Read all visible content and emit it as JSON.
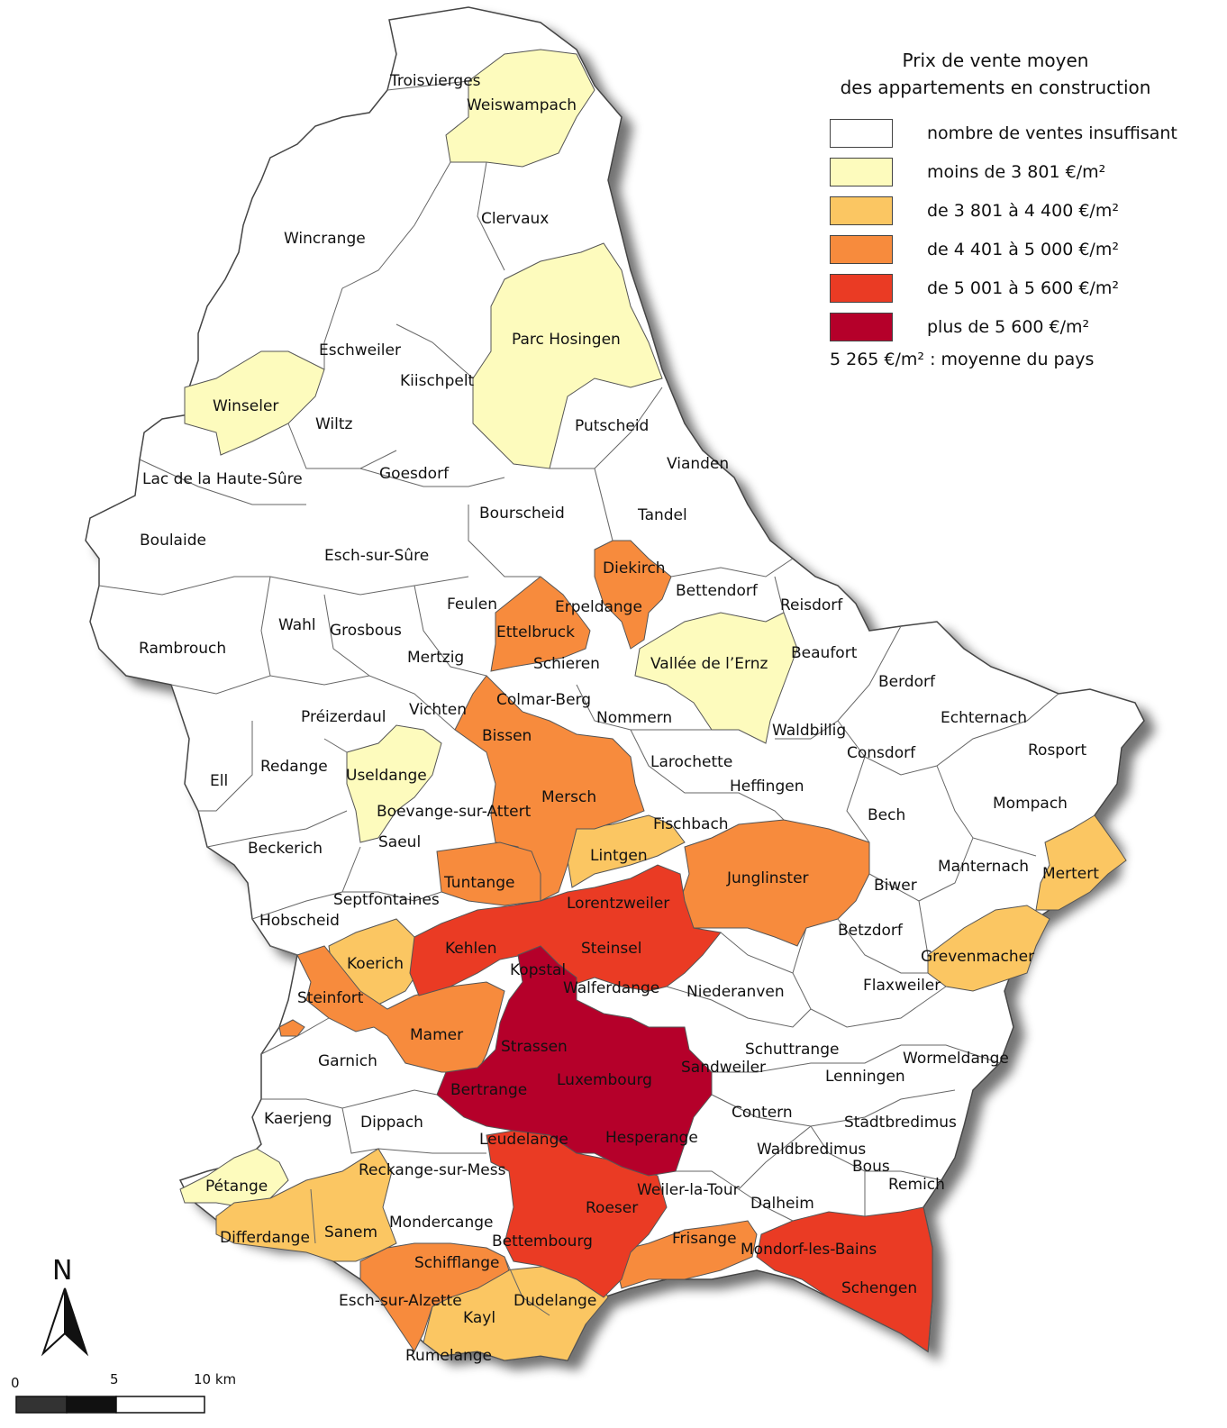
{
  "legend": {
    "title_line1": "Prix de vente moyen",
    "title_line2": "des appartements en construction",
    "items": [
      {
        "label": "nombre de ventes insuffisant",
        "color": "#ffffff"
      },
      {
        "label": "moins de 3 801 €/m²",
        "color": "#fdfbbd"
      },
      {
        "label": "de 3 801 à 4 400 €/m²",
        "color": "#fbc662"
      },
      {
        "label": "de 4 401 à 5 000 €/m²",
        "color": "#f78b3d"
      },
      {
        "label": "de 5 001 à 5 600 €/m²",
        "color": "#ea3b24"
      },
      {
        "label": "plus de 5 600 €/m²",
        "color": "#b5002a"
      }
    ],
    "average": "5 265 €/m² : moyenne du pays"
  },
  "north_label": "N",
  "scale": {
    "labels": [
      "0",
      "5",
      "10 km"
    ]
  },
  "communes": [
    {
      "name": "Troisvierges"
    },
    {
      "name": "Weiswampach"
    },
    {
      "name": "Clervaux"
    },
    {
      "name": "Wincrange"
    },
    {
      "name": "Parc Hosingen"
    },
    {
      "name": "Eschweiler"
    },
    {
      "name": "Kiischpelt"
    },
    {
      "name": "Winseler"
    },
    {
      "name": "Wiltz"
    },
    {
      "name": "Putscheid"
    },
    {
      "name": "Vianden"
    },
    {
      "name": "Lac de la Haute-Sûre"
    },
    {
      "name": "Goesdorf"
    },
    {
      "name": "Bourscheid"
    },
    {
      "name": "Tandel"
    },
    {
      "name": "Boulaide"
    },
    {
      "name": "Esch-sur-Sûre"
    },
    {
      "name": "Diekirch"
    },
    {
      "name": "Bettendorf"
    },
    {
      "name": "Reisdorf"
    },
    {
      "name": "Feulen"
    },
    {
      "name": "Erpeldange"
    },
    {
      "name": "Wahl"
    },
    {
      "name": "Grosbous"
    },
    {
      "name": "Ettelbruck"
    },
    {
      "name": "Rambrouch"
    },
    {
      "name": "Mertzig"
    },
    {
      "name": "Schieren"
    },
    {
      "name": "Vallée de l’Ernz"
    },
    {
      "name": "Beaufort"
    },
    {
      "name": "Berdorf"
    },
    {
      "name": "Colmar-Berg"
    },
    {
      "name": "Préizerdaul"
    },
    {
      "name": "Vichten"
    },
    {
      "name": "Nommern"
    },
    {
      "name": "Echternach"
    },
    {
      "name": "Waldbillig"
    },
    {
      "name": "Bissen"
    },
    {
      "name": "Consdorf"
    },
    {
      "name": "Rosport"
    },
    {
      "name": "Redange"
    },
    {
      "name": "Larochette"
    },
    {
      "name": "Useldange"
    },
    {
      "name": "Ell"
    },
    {
      "name": "Heffingen"
    },
    {
      "name": "Mersch"
    },
    {
      "name": "Mompach"
    },
    {
      "name": "Boevange-sur-Attert"
    },
    {
      "name": "Fischbach"
    },
    {
      "name": "Bech"
    },
    {
      "name": "Saeul"
    },
    {
      "name": "Beckerich"
    },
    {
      "name": "Lintgen"
    },
    {
      "name": "Manternach"
    },
    {
      "name": "Mertert"
    },
    {
      "name": "Junglinster"
    },
    {
      "name": "Tuntange"
    },
    {
      "name": "Biwer"
    },
    {
      "name": "Septfontaines"
    },
    {
      "name": "Lorentzweiler"
    },
    {
      "name": "Hobscheid"
    },
    {
      "name": "Betzdorf"
    },
    {
      "name": "Kehlen"
    },
    {
      "name": "Steinsel"
    },
    {
      "name": "Koerich"
    },
    {
      "name": "Grevenmacher"
    },
    {
      "name": "Kopstal"
    },
    {
      "name": "Walferdange"
    },
    {
      "name": "Niederanven"
    },
    {
      "name": "Flaxweiler"
    },
    {
      "name": "Steinfort"
    },
    {
      "name": "Mamer"
    },
    {
      "name": "Strassen"
    },
    {
      "name": "Schuttrange"
    },
    {
      "name": "Garnich"
    },
    {
      "name": "Wormeldange"
    },
    {
      "name": "Sandweiler"
    },
    {
      "name": "Luxembourg"
    },
    {
      "name": "Lenningen"
    },
    {
      "name": "Bertrange"
    },
    {
      "name": "Contern"
    },
    {
      "name": "Kaerjeng"
    },
    {
      "name": "Dippach"
    },
    {
      "name": "Stadtbredimus"
    },
    {
      "name": "Leudelange"
    },
    {
      "name": "Hesperange"
    },
    {
      "name": "Waldbredimus"
    },
    {
      "name": "Bous"
    },
    {
      "name": "Reckange-sur-Mess"
    },
    {
      "name": "Pétange"
    },
    {
      "name": "Remich"
    },
    {
      "name": "Weiler-la-Tour"
    },
    {
      "name": "Dalheim"
    },
    {
      "name": "Roeser"
    },
    {
      "name": "Mondercange"
    },
    {
      "name": "Differdange"
    },
    {
      "name": "Sanem"
    },
    {
      "name": "Bettembourg"
    },
    {
      "name": "Frisange"
    },
    {
      "name": "Mondorf-les-Bains"
    },
    {
      "name": "Schifflange"
    },
    {
      "name": "Schengen"
    },
    {
      "name": "Esch-sur-Alzette"
    },
    {
      "name": "Dudelange"
    },
    {
      "name": "Kayl"
    },
    {
      "name": "Rumelange"
    }
  ]
}
